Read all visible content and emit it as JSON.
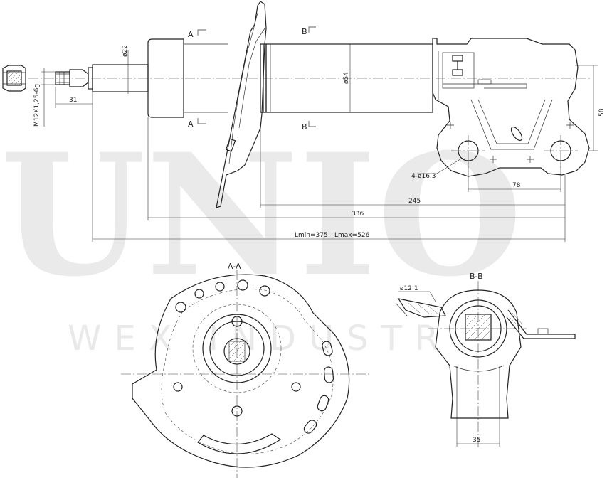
{
  "watermark": {
    "brand": "UNIO",
    "subtitle": "WEX INDUSTR"
  },
  "dimensions": {
    "thread": "M12X1,25-6g",
    "rod_length": "31",
    "rod_diameter": "ø22",
    "tube_diameter": "ø54",
    "bracket_height": "58",
    "holes": "4-ø16.3",
    "hole_spacing": "78",
    "len_245": "245",
    "len_336": "336",
    "lmin": "Lmin=375",
    "lmax": "Lmax=526",
    "hole_bb": "ø12.1",
    "width_bb": "35"
  },
  "section_marks": {
    "a_top": "A",
    "a_bottom": "A",
    "b_top": "B",
    "b_bottom": "B"
  },
  "views": {
    "aa_title": "A-A",
    "bb_title": "B-B"
  }
}
